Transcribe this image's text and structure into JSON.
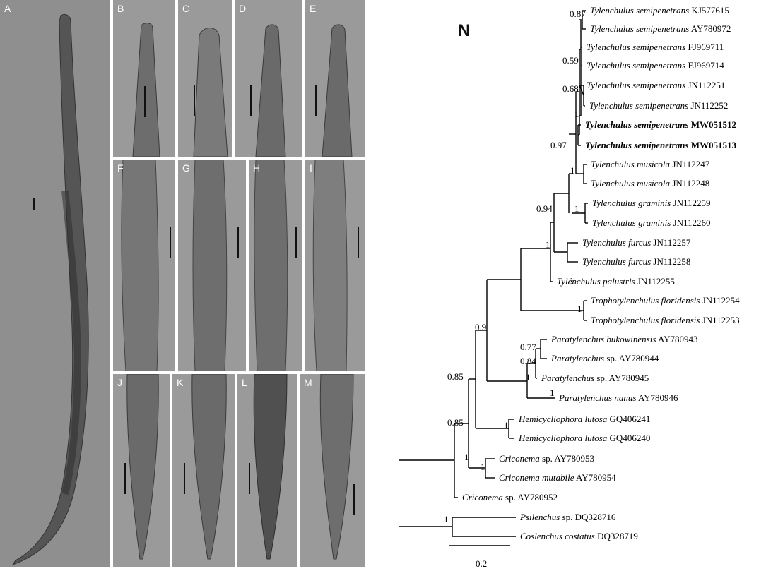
{
  "figure": {
    "panel_label": "N",
    "micrograph_panels": [
      "A",
      "B",
      "C",
      "D",
      "E",
      "F",
      "G",
      "H",
      "I",
      "J",
      "K",
      "L",
      "M"
    ],
    "scale_bar_label": "0.2"
  },
  "tree": {
    "taxa": [
      {
        "id": "t1",
        "genus_species": "Tylenchulus semipenetrans",
        "suffix": "",
        "accession": "KJ577615",
        "bold": false
      },
      {
        "id": "t2",
        "genus_species": "Tylenchulus semipenetrans",
        "suffix": "",
        "accession": "AY780972",
        "bold": false
      },
      {
        "id": "t3",
        "genus_species": "Tylenchulus semipenetrans",
        "suffix": "",
        "accession": "FJ969711",
        "bold": false
      },
      {
        "id": "t4",
        "genus_species": "Tylenchulus semipenetrans",
        "suffix": "",
        "accession": "FJ969714",
        "bold": false
      },
      {
        "id": "t5",
        "genus_species": "Tylenchulus semipenetrans",
        "suffix": "",
        "accession": "JN112251",
        "bold": false
      },
      {
        "id": "t6",
        "genus_species": "Tylenchulus semipenetrans",
        "suffix": "",
        "accession": "JN112252",
        "bold": false
      },
      {
        "id": "t7",
        "genus_species": "Tylenchulus semipenetrans",
        "suffix": "",
        "accession": "MW051512",
        "bold": true
      },
      {
        "id": "t8",
        "genus_species": "Tylenchulus semipenetrans",
        "suffix": "",
        "accession": "MW051513",
        "bold": true
      },
      {
        "id": "t9",
        "genus_species": "Tylenchulus musicola",
        "suffix": "",
        "accession": "JN112247",
        "bold": false
      },
      {
        "id": "t10",
        "genus_species": "Tylenchulus musicola",
        "suffix": "",
        "accession": "JN112248",
        "bold": false
      },
      {
        "id": "t11",
        "genus_species": "Tylenchulus graminis",
        "suffix": "",
        "accession": "JN112259",
        "bold": false
      },
      {
        "id": "t12",
        "genus_species": "Tylenchulus graminis",
        "suffix": "",
        "accession": "JN112260",
        "bold": false
      },
      {
        "id": "t13",
        "genus_species": "Tylenchulus furcus",
        "suffix": "",
        "accession": "JN112257",
        "bold": false
      },
      {
        "id": "t14",
        "genus_species": "Tylenchulus furcus",
        "suffix": "",
        "accession": "JN112258",
        "bold": false
      },
      {
        "id": "t15",
        "genus_species": "Tylenchulus palustris",
        "suffix": "",
        "accession": "JN112255",
        "bold": false
      },
      {
        "id": "t16",
        "genus_species": "Trophotylenchulus floridensis",
        "suffix": "",
        "accession": "JN112254",
        "bold": false
      },
      {
        "id": "t17",
        "genus_species": "Trophotylenchulus floridensis",
        "suffix": "",
        "accession": "JN112253",
        "bold": false
      },
      {
        "id": "t18",
        "genus_species": "Paratylenchus bukowinensis",
        "suffix": "",
        "accession": "AY780943",
        "bold": false
      },
      {
        "id": "t19",
        "genus_species": "Paratylenchus",
        "suffix": " sp.",
        "accession": "AY780944",
        "bold": false
      },
      {
        "id": "t20",
        "genus_species": "Paratylenchus",
        "suffix": " sp.",
        "accession": "AY780945",
        "bold": false
      },
      {
        "id": "t21",
        "genus_species": "Paratylenchus nanus",
        "suffix": "",
        "accession": "AY780946",
        "bold": false
      },
      {
        "id": "t22",
        "genus_species": "Hemicycliophora lutosa",
        "suffix": "",
        "accession": "GQ406241",
        "bold": false
      },
      {
        "id": "t23",
        "genus_species": "Hemicycliophora lutosa",
        "suffix": "",
        "accession": "GQ406240",
        "bold": false
      },
      {
        "id": "t24",
        "genus_species": "Criconema",
        "suffix": " sp.",
        "accession": "AY780953",
        "bold": false
      },
      {
        "id": "t25",
        "genus_species": "Criconema mutabile",
        "suffix": "",
        "accession": "AY780954",
        "bold": false
      },
      {
        "id": "t26",
        "genus_species": "Criconema",
        "suffix": " sp.",
        "accession": "AY780952",
        "bold": false
      },
      {
        "id": "t27",
        "genus_species": "Psilenchus",
        "suffix": " sp.",
        "accession": "DQ328716",
        "bold": false
      },
      {
        "id": "t28",
        "genus_species": "Coslenchus costatus",
        "suffix": "",
        "accession": "DQ328719",
        "bold": false
      }
    ],
    "supports": [
      {
        "id": "s1",
        "value": "0.87"
      },
      {
        "id": "s2",
        "value": "0.59"
      },
      {
        "id": "s3",
        "value": "0.68"
      },
      {
        "id": "s4",
        "value": "1"
      },
      {
        "id": "s5",
        "value": "0.97"
      },
      {
        "id": "s6",
        "value": "1"
      },
      {
        "id": "s7",
        "value": "1"
      },
      {
        "id": "s8",
        "value": "0.94"
      },
      {
        "id": "s9",
        "value": "1"
      },
      {
        "id": "s10",
        "value": "1"
      },
      {
        "id": "s11",
        "value": "1"
      },
      {
        "id": "s12",
        "value": "1"
      },
      {
        "id": "s13",
        "value": "0.9"
      },
      {
        "id": "s14",
        "value": "0.77"
      },
      {
        "id": "s15",
        "value": "0.84"
      },
      {
        "id": "s16",
        "value": "1"
      },
      {
        "id": "s17",
        "value": "0.85"
      },
      {
        "id": "s18",
        "value": "0.85"
      },
      {
        "id": "s19",
        "value": "1"
      },
      {
        "id": "s20",
        "value": "1"
      },
      {
        "id": "s21",
        "value": "1"
      },
      {
        "id": "s22",
        "value": "1"
      },
      {
        "id": "s23",
        "value": "1"
      }
    ]
  }
}
